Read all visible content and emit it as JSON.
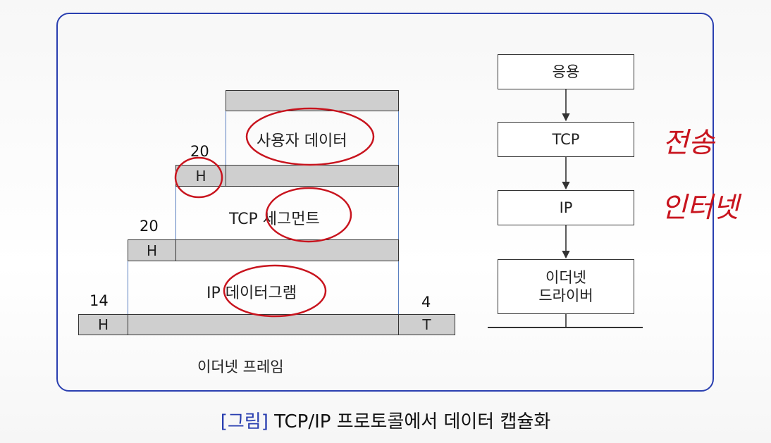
{
  "labels": {
    "user_data": "사용자 데이터",
    "tcp_segment": "TCP 세그먼트",
    "ip_datagram": "IP 데이터그램",
    "ethernet_frame": "이더넷 프레임",
    "header_short": "H",
    "trailer_short": "T",
    "tcp_header_size": "20",
    "ip_header_size": "20",
    "eth_header_size": "14",
    "eth_trailer_size": "4"
  },
  "stack": [
    {
      "label": "응용"
    },
    {
      "label": "TCP"
    },
    {
      "label": "IP"
    },
    {
      "label": "이더넷\n드라이버"
    }
  ],
  "handwriting": {
    "line1": "전송",
    "line2": "인터넷"
  },
  "caption": {
    "tag": "[그림]",
    "text": "TCP/IP 프로토콜에서 데이터 캡슐화"
  },
  "colors": {
    "frame_border": "#2a3fb0",
    "annotation_red": "#c8141e",
    "bar_fill": "#cfcfcf"
  }
}
